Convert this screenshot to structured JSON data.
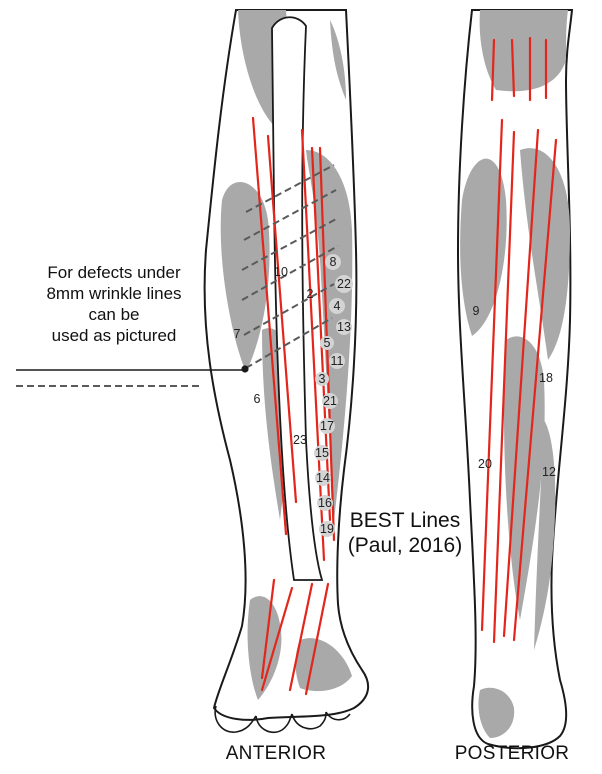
{
  "colors": {
    "background": "#ffffff",
    "skin": "#ffffff",
    "shade": "#a9a9a9",
    "outline": "#1a1a1a",
    "line": "#e3261b",
    "dashed": "#5a5a5a",
    "badge": "#d4d4d4"
  },
  "note": {
    "lines": [
      "For defects under",
      "8mm wrinkle lines",
      "can be",
      "used as pictured"
    ]
  },
  "best_label": {
    "line1": "BEST Lines",
    "line2": "(Paul, 2016)"
  },
  "views": {
    "anterior": "ANTERIOR",
    "posterior": "POSTERIOR"
  },
  "markers": {
    "m1": "8",
    "m2": "22",
    "m3": "4",
    "m4": "13",
    "m5": "5",
    "m6": "11",
    "m7": "3",
    "m8": "21",
    "m9": "17",
    "m10": "15",
    "m11": "14",
    "m12": "16",
    "m13": "19",
    "m14": "10",
    "m15": "2",
    "m16": "7",
    "m17": "6",
    "m18": "23",
    "m19": "9",
    "m20": "18",
    "m21": "20",
    "m22": "12"
  }
}
